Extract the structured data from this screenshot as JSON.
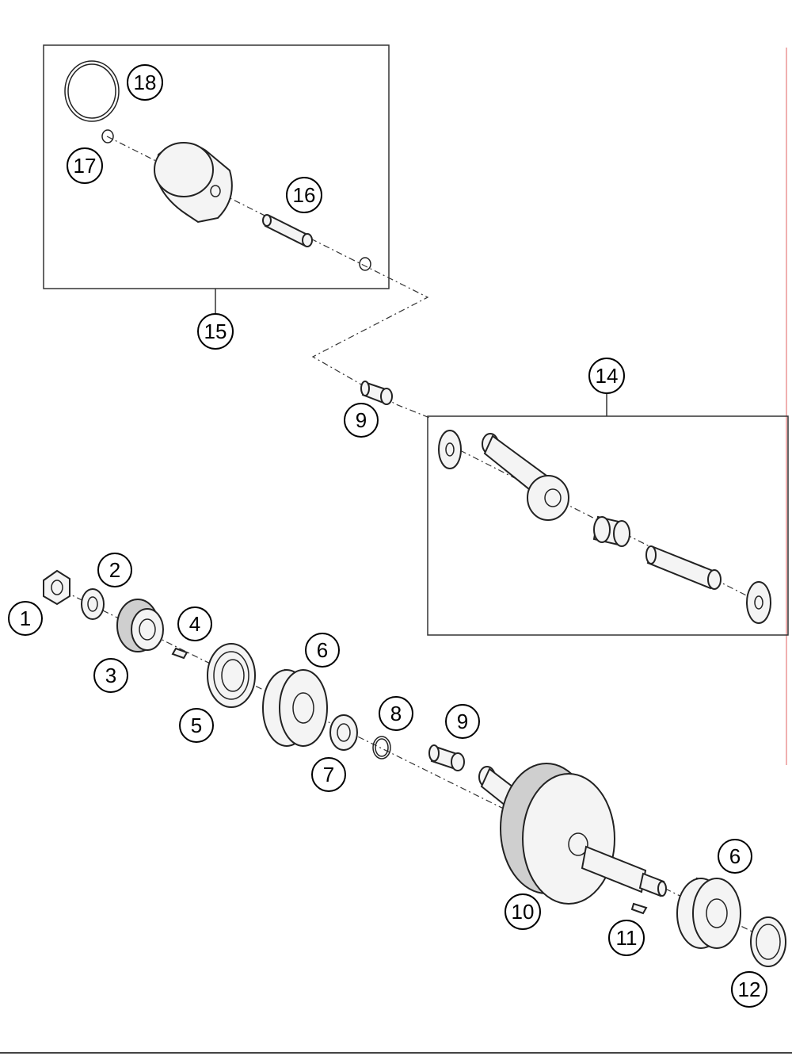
{
  "callouts": {
    "c1": "1",
    "c2": "2",
    "c3": "3",
    "c4": "4",
    "c5": "5",
    "c6a": "6",
    "c7": "7",
    "c8": "8",
    "c9a": "9",
    "c9b": "9",
    "c10": "10",
    "c11": "11",
    "c6b": "6",
    "c12": "12",
    "c14": "14",
    "c15": "15",
    "c16": "16",
    "c17": "17",
    "c18": "18"
  },
  "colors": {
    "line": "#222222",
    "fill": "#f4f4f4",
    "accent_edge": "#e06060"
  }
}
